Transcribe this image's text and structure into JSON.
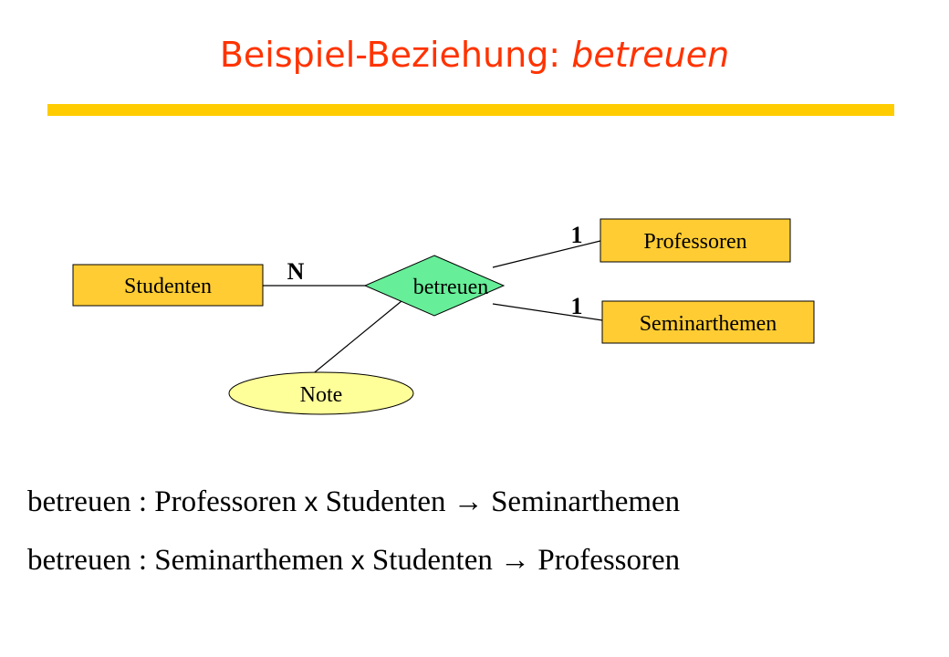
{
  "title": {
    "main": "Beispiel-Beziehung: ",
    "emphasis": "betreuen"
  },
  "diagram": {
    "entities": {
      "studenten": "Studenten",
      "professoren": "Professoren",
      "seminarthemen": "Seminarthemen"
    },
    "relationship": "betreuen",
    "attribute": "Note",
    "cardinalities": {
      "studenten": "N",
      "professoren": "1",
      "seminarthemen": "1"
    }
  },
  "formulas": [
    {
      "lhs": "betreuen : Professoren ",
      "times": "x",
      "middle": " Studenten ",
      "arrow": "→",
      "rhs": " Seminarthemen"
    },
    {
      "lhs": "betreuen : Seminarthemen ",
      "times": "x",
      "middle": " Studenten ",
      "arrow": "→",
      "rhs": " Professoren"
    }
  ],
  "colors": {
    "title": "#ff3300",
    "rule": "#ffcc00",
    "entity_fill": "#ffcc33",
    "relationship_fill": "#66ee99",
    "attribute_fill": "#ffff99"
  }
}
